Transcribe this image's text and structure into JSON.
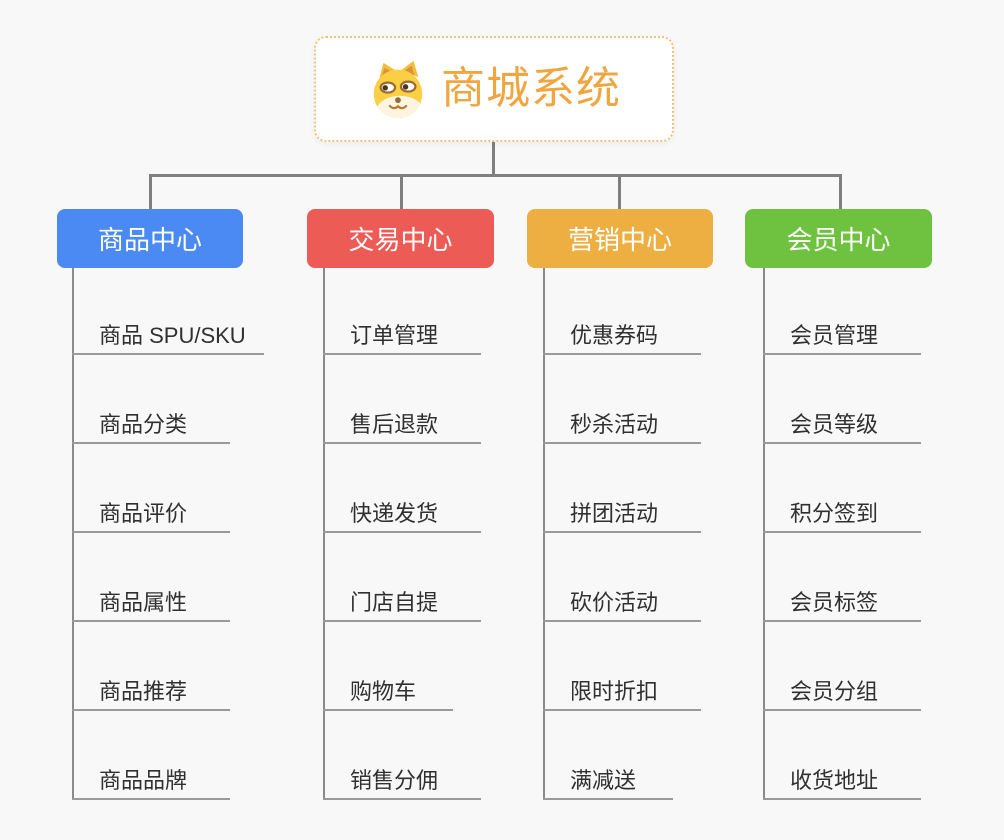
{
  "root": {
    "title": "商城系统",
    "icon": "doge-icon"
  },
  "branches": [
    {
      "label": "商品中心",
      "color": "#4a8af2",
      "children": [
        "商品 SPU/SKU",
        "商品分类",
        "商品评价",
        "商品属性",
        "商品推荐",
        "商品品牌"
      ]
    },
    {
      "label": "交易中心",
      "color": "#ec5b56",
      "children": [
        "订单管理",
        "售后退款",
        "快递发货",
        "门店自提",
        "购物车",
        "销售分佣"
      ]
    },
    {
      "label": "营销中心",
      "color": "#edae42",
      "children": [
        "优惠券码",
        "秒杀活动",
        "拼团活动",
        "砍价活动",
        "限时折扣",
        "满减送"
      ]
    },
    {
      "label": "会员中心",
      "color": "#6fc23f",
      "children": [
        "会员管理",
        "会员等级",
        "积分签到",
        "会员标签",
        "会员分组",
        "收货地址"
      ]
    }
  ],
  "colors": {
    "background": "#f8f8f8",
    "root_text": "#f0a640",
    "root_border": "#f2c178",
    "connector": "#7f7f7f",
    "child_line": "#9a9a9a",
    "child_text": "#303030"
  }
}
